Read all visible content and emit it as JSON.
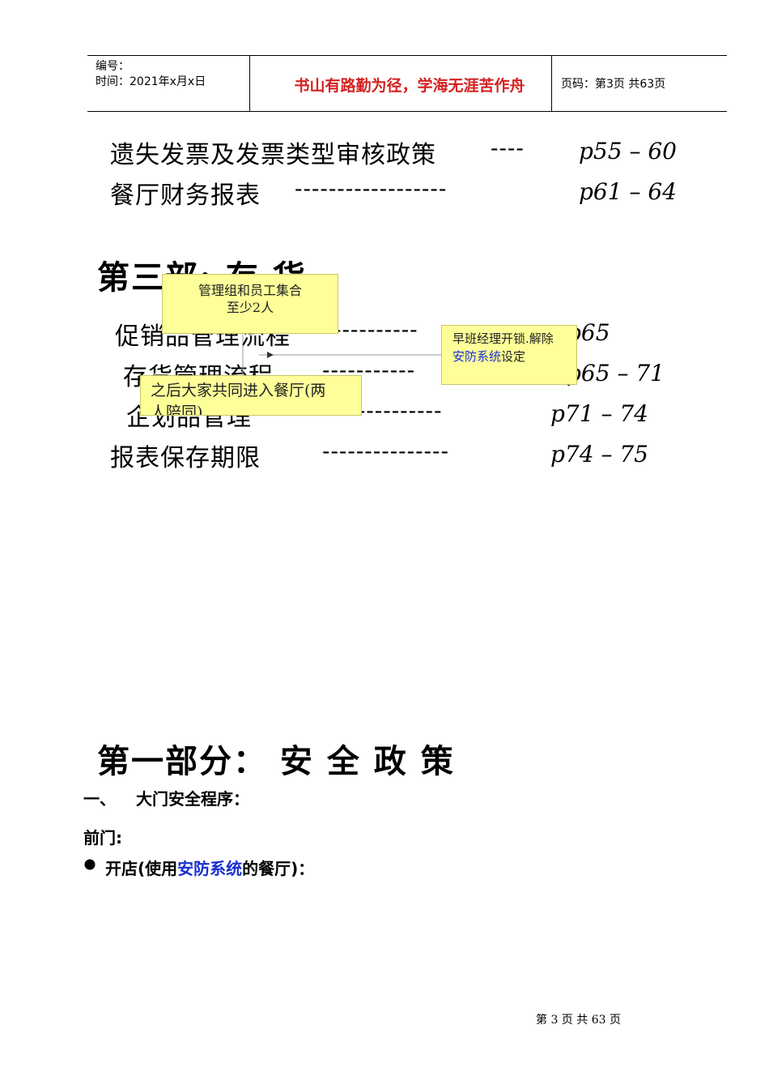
{
  "header": {
    "serial_label": "编号：",
    "time_label": "时间：2021年x月x日",
    "motto": "书山有路勤为径，学海无涯苦作舟",
    "page_info": "页码：第3页  共63页"
  },
  "toc": {
    "items": [
      {
        "title": "遗失发票及发票类型审核政策",
        "dashes": "----",
        "pages": "p55 – 60"
      },
      {
        "title": "餐厅财务报表",
        "dashes": "------------------",
        "pages": "p61 – 64"
      }
    ],
    "part3_title": "第三部: 存 货",
    "part3_items": [
      {
        "title": "促销品管理流程",
        "dashes": "----------",
        "pages": "p65"
      },
      {
        "title": "存货管理流程",
        "dashes": "-----------",
        "pages": "p65 – 71"
      },
      {
        "title": "企划品管理",
        "dashes": "--------------",
        "pages": "p71 – 74"
      },
      {
        "title": "报表保存期限",
        "dashes": "---------------",
        "pages": "p74 – 75"
      }
    ]
  },
  "callouts": {
    "c1_line1": "管理组和员工集合",
    "c1_line2": "至少2人",
    "c2_line1": "早班经理开锁.解除",
    "c2_link": "安防系统",
    "c2_rest": "设定",
    "c3_line1": "之后大家共同进入餐厅(两",
    "c3_line2": "人陪同)"
  },
  "section1": {
    "title": "第一部分：  安 全 政 策",
    "sub_num": "一、",
    "sub_title": "大门安全程序：",
    "front_door": "前门:",
    "bullet_pre": "开店(使用",
    "bullet_link": "安防系统",
    "bullet_post": "的餐厅)："
  },
  "footer": {
    "text": "第 3 页 共 63 页"
  }
}
